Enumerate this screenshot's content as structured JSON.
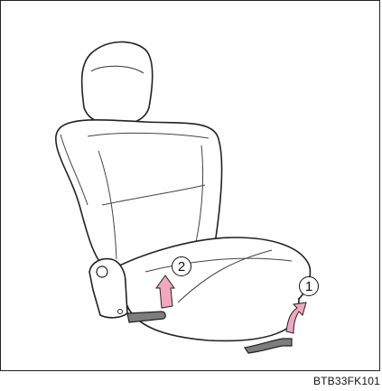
{
  "figure": {
    "code": "BTB33FK101",
    "callouts": {
      "one": "1",
      "two": "2"
    },
    "arrow_color": "#f2a7be",
    "line_color": "#222222",
    "handle_color": "#7d7d7d"
  }
}
